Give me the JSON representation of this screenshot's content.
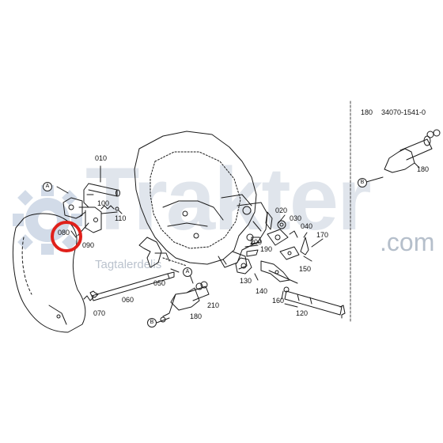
{
  "watermark": {
    "brand": "Trakter",
    "domain": ".com",
    "tagline": "Tagtalerdelis"
  },
  "inset": {
    "ref": "180",
    "part_number": "34070-1541-0",
    "callout": "180",
    "connector": "B"
  },
  "labels": {
    "p010": "010",
    "p020": "020",
    "p030": "030",
    "p040": "040",
    "p050": "050",
    "p060": "060",
    "p070": "070",
    "p080": "080",
    "p090": "090",
    "p100": "100",
    "p110": "110",
    "p120": "120",
    "p130": "130",
    "p140": "140",
    "p150": "150",
    "p160": "160",
    "p170": "170",
    "p180": "180",
    "p190": "190",
    "p200": "200",
    "p210": "210"
  },
  "connectors": {
    "a_left": "A",
    "a_mid": "A",
    "b_main": "B",
    "b_inset": "B"
  },
  "highlight": {
    "part": "080",
    "color": "#e0201b"
  },
  "colors": {
    "watermark": "#d6dde6",
    "gear": "#c7d3e3",
    "line": "#1a1a1a"
  }
}
